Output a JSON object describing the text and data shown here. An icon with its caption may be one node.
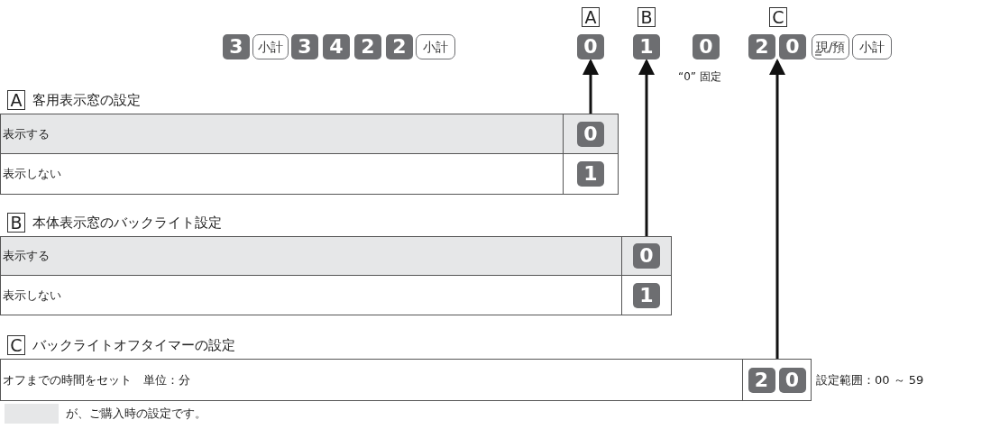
{
  "diagram": {
    "nodes": [
      {
        "text": [
          "3"
        ]
      },
      {
        "text": [
          "小計"
        ]
      },
      {
        "text": [
          "3"
        ]
      },
      {
        "text": [
          "4"
        ]
      },
      {
        "text": [
          "2"
        ]
      },
      {
        "text": [
          "2"
        ]
      },
      {
        "text": [
          "小計"
        ]
      },
      {
        "text": [
          "0"
        ]
      },
      {
        "text": [
          "1"
        ]
      },
      {
        "text": [
          "0"
        ]
      },
      {
        "text": [
          "2",
          "0"
        ]
      },
      {
        "text": [
          "現/預"
        ]
      },
      {
        "text": [
          "小計"
        ]
      },
      {
        "text": [
          "A",
          "客用表示窓の設定"
        ]
      },
      {
        "text": [
          "表示する"
        ],
        "in": 13
      },
      {
        "text": [
          "0"
        ],
        "in": 14
      },
      {
        "text": [
          "表示しない"
        ],
        "in": 13
      },
      {
        "text": [
          "1"
        ],
        "in": 16
      },
      {
        "text": [
          "B",
          "本体表示窓のバックライト設定"
        ]
      },
      {
        "text": [
          "表示する"
        ],
        "in": 18
      },
      {
        "text": [
          "0"
        ],
        "in": 19
      },
      {
        "text": [
          "表示しない"
        ],
        "in": 18
      },
      {
        "text": [
          "1"
        ],
        "in": 21
      },
      {
        "text": [
          "C",
          "バックライトオフタイマーの設定"
        ]
      },
      {
        "text": [
          "オフまでの時間をセット　単位：分"
        ],
        "in": 23,
        "beside": [
          "設定範囲：00 ～ 59"
        ]
      },
      {
        "text": [
          "2",
          "0"
        ],
        "in": 24
      }
    ],
    "edges": [
      {
        "from": 15,
        "to": 7,
        "arrow": "to"
      },
      {
        "from": 20,
        "to": 8,
        "arrow": "to"
      },
      {
        "from": 25,
        "to": 10,
        "arrow": "to"
      }
    ],
    "labels": [
      "A",
      "B",
      "C",
      "“0” 固定"
    ],
    "legend": [
      {
        "text": "が、ご購入時の設定です。",
        "color": "#e6e7e8"
      }
    ]
  }
}
